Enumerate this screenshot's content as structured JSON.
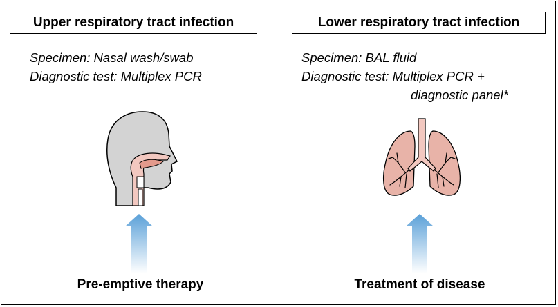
{
  "left_panel": {
    "title": "Upper respiratory tract infection",
    "specimen": "Specimen: Nasal wash/swab",
    "diagnostic_test": "Diagnostic test: Multiplex PCR",
    "caption": "Pre-emptive therapy",
    "icon": "head-sagittal-icon"
  },
  "right_panel": {
    "title": "Lower respiratory tract infection",
    "specimen": "Specimen: BAL fluid",
    "diagnostic_test_line1": "Diagnostic test: Multiplex PCR +",
    "diagnostic_test_line2": "diagnostic panel*",
    "caption": "Treatment of disease",
    "icon": "lungs-icon"
  },
  "colors": {
    "head_fill": "#d3d3d3",
    "airway_fill": "#f2c8c0",
    "lung_fill": "#e8b3a8",
    "arrow_top": "#5aa0d8"
  }
}
